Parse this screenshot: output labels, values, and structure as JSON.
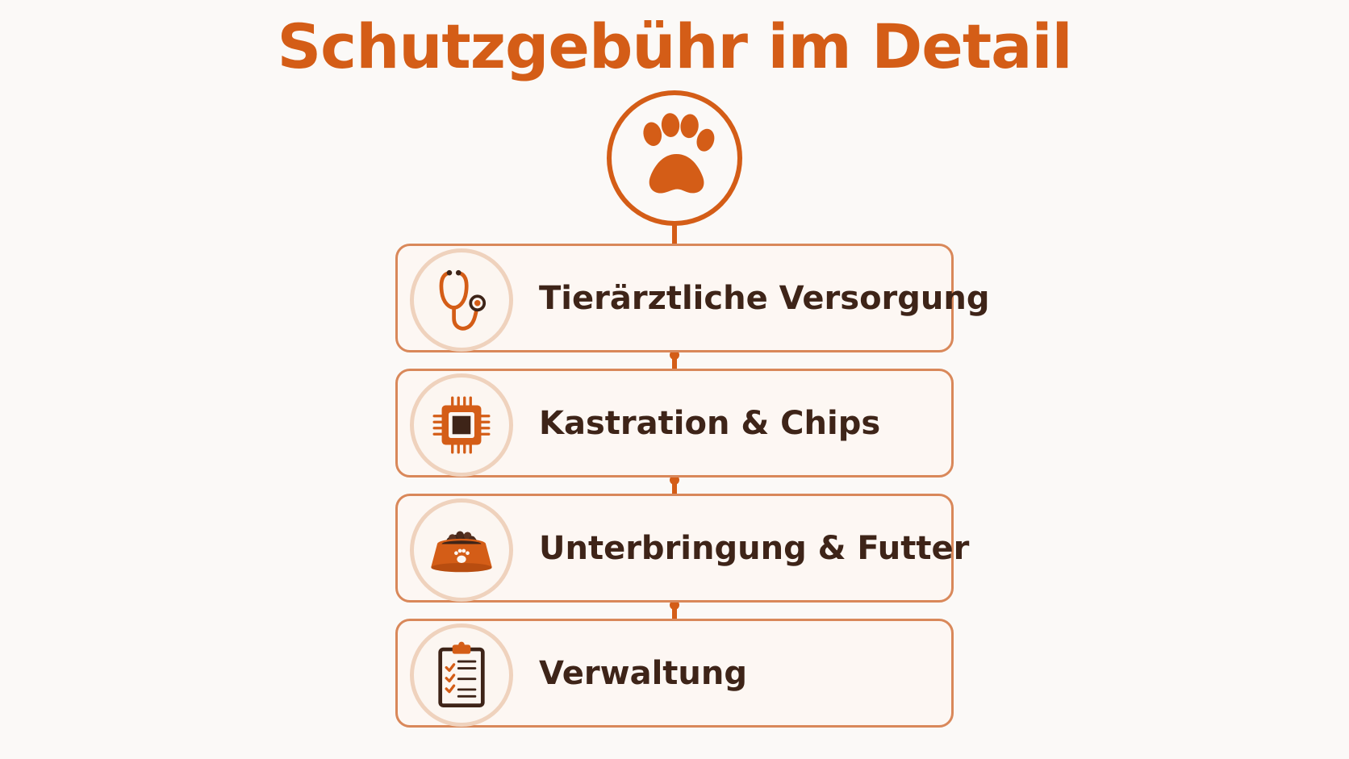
{
  "title": "Schutzgebühr im Detail",
  "colors": {
    "accent": "#d45d17",
    "card_border": "#d9885a",
    "icon_ring": "#efd2bd",
    "text_dark": "#3e2418",
    "background": "#fbf9f7"
  },
  "top_icon": "paw-icon",
  "items": [
    {
      "label": "Tierärztliche Versorgung",
      "icon": "stethoscope-icon"
    },
    {
      "label": "Kastration & Chips",
      "icon": "microchip-icon"
    },
    {
      "label": "Unterbringung & Futter",
      "icon": "food-bowl-icon"
    },
    {
      "label": "Verwaltung",
      "icon": "clipboard-checklist-icon"
    }
  ]
}
